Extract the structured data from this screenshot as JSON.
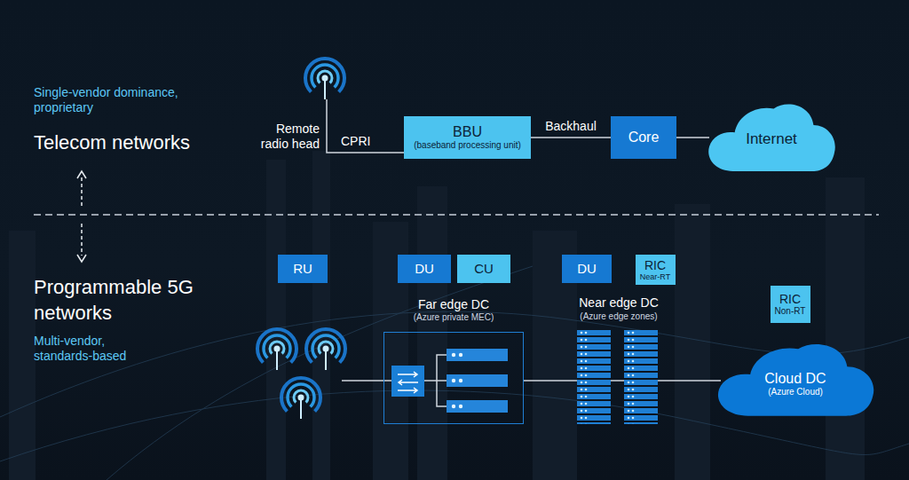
{
  "diagram": {
    "nodes": [
      {
        "text": [
          "BBU",
          "(baseband processing unit)"
        ]
      },
      {
        "text": [
          "Core"
        ]
      },
      {
        "text": [
          "Internet"
        ]
      },
      {
        "text": [
          "RU"
        ]
      },
      {
        "text": [
          "DU"
        ]
      },
      {
        "text": [
          "CU"
        ]
      },
      {
        "text": [
          "DU"
        ]
      },
      {
        "text": [
          "RIC",
          "Near-RT"
        ]
      },
      {
        "text": [
          "Far edge DC",
          "(Azure private MEC)"
        ]
      },
      {
        "text": [
          "RIC",
          "Non-RT"
        ]
      },
      {
        "text": [
          "Cloud DC",
          "(Azure Cloud)"
        ]
      }
    ],
    "edges": [
      {
        "from": 0,
        "to": 1,
        "label": "Backhaul",
        "arrow": "none"
      },
      {
        "from": 1,
        "to": 2,
        "arrow": "none"
      }
    ],
    "labels": [
      "Single-vendor dominance, proprietary",
      "Telecom networks",
      "Remote radio head",
      "CPRI",
      "Programmable 5G networks",
      "Multi-vendor, standards-based",
      "Near edge DC",
      "(Azure edge zones)"
    ]
  }
}
